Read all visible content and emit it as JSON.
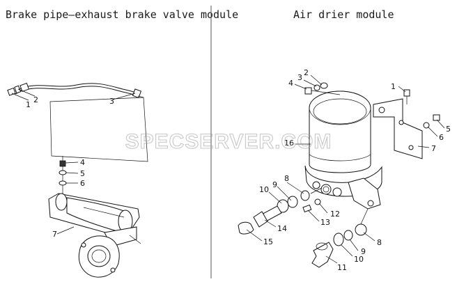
{
  "titles": {
    "left": "Brake pipe—exhaust brake valve module",
    "right": "Air drier module"
  },
  "watermark": "SPECSERVER.COM",
  "left_callouts": [
    "1",
    "2",
    "3",
    "4",
    "5",
    "6",
    "7"
  ],
  "right_callouts": [
    "1",
    "2",
    "3",
    "4",
    "5",
    "6",
    "7",
    "8",
    "9",
    "10",
    "11",
    "12",
    "13",
    "14",
    "15",
    "16",
    "8",
    "9",
    "10"
  ]
}
